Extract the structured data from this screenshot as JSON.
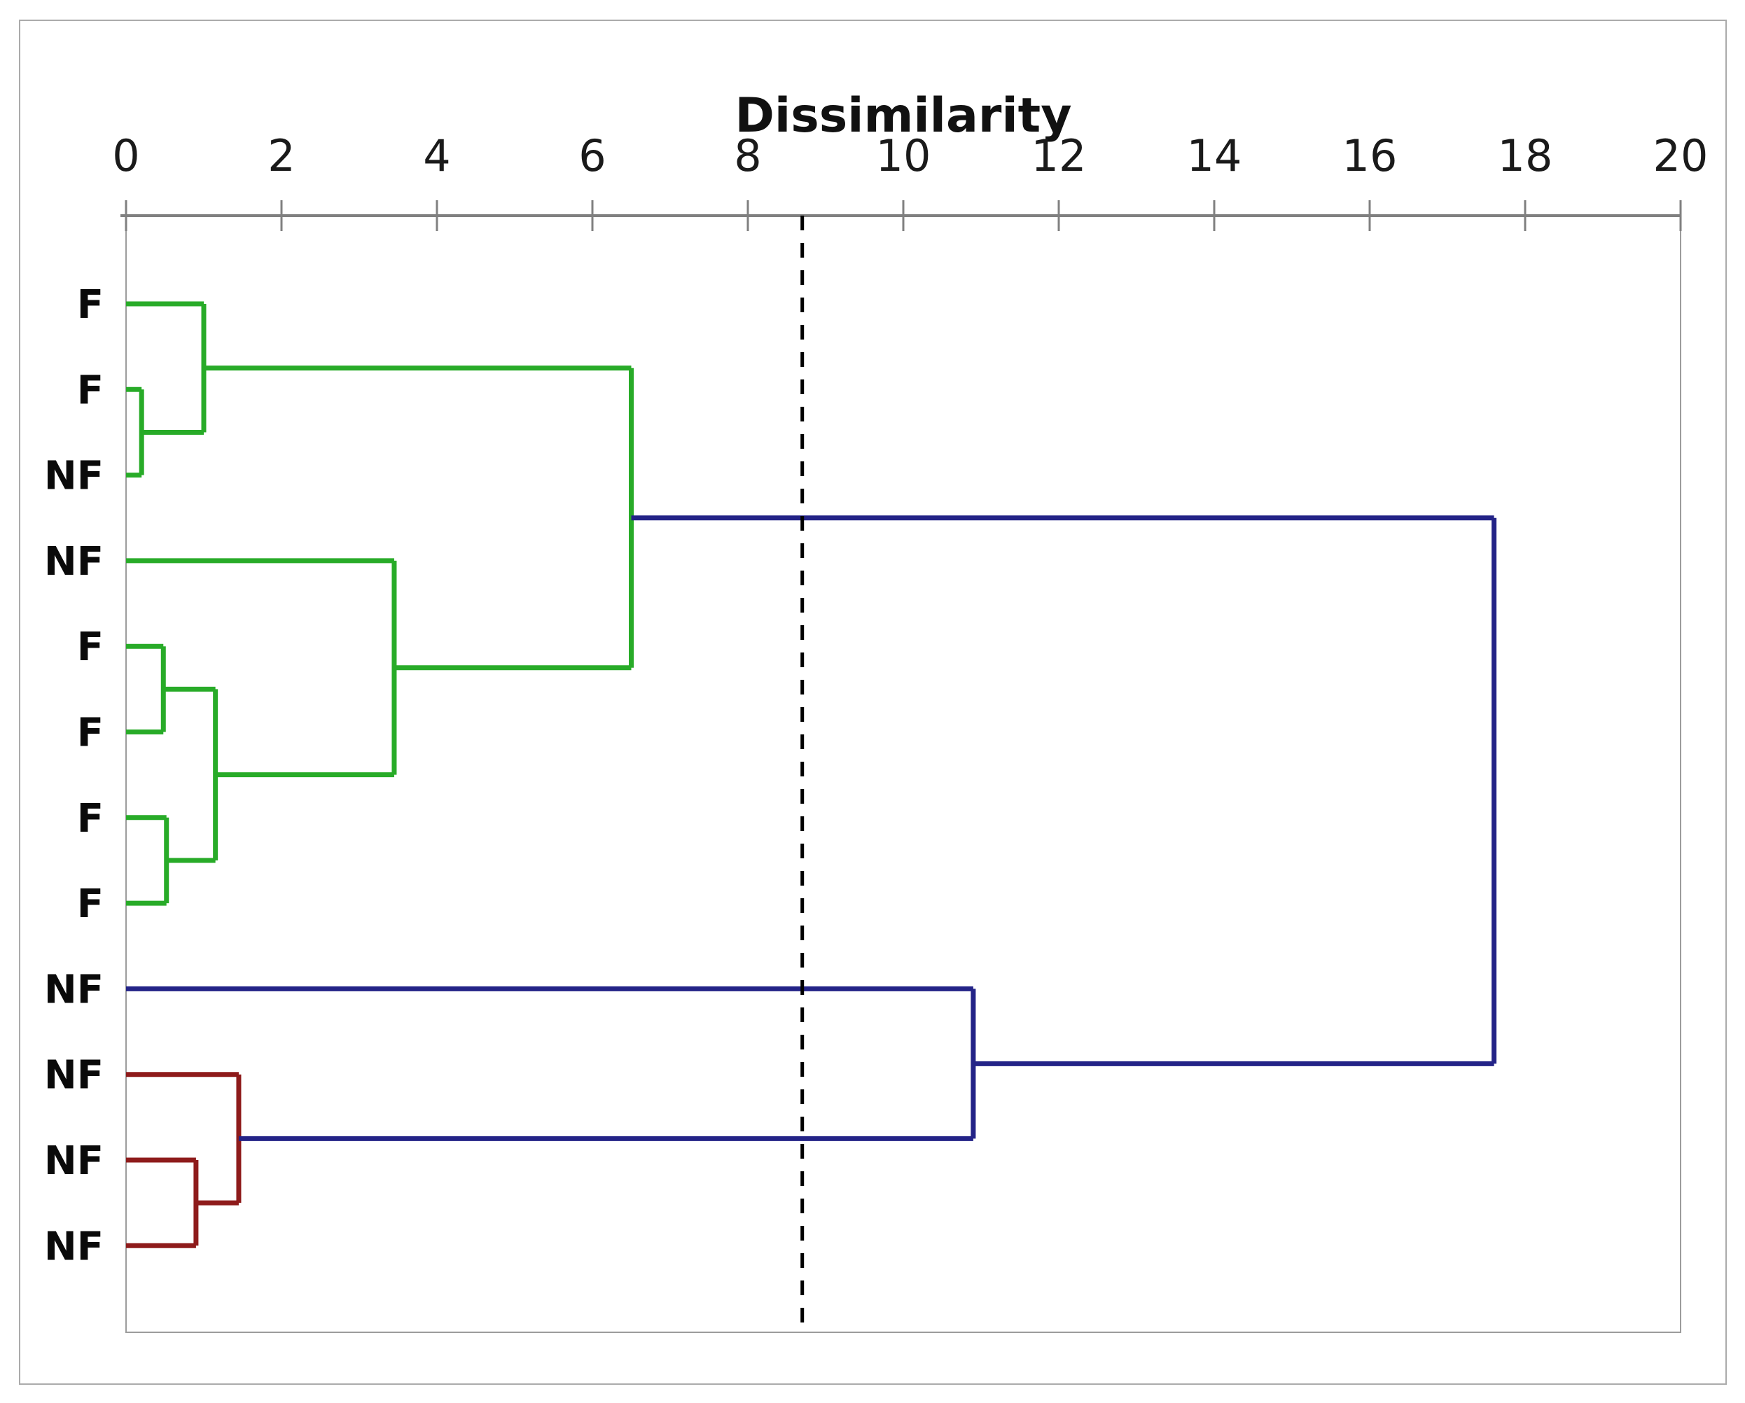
{
  "chart_data": {
    "type": "dendrogram",
    "orientation": "horizontal",
    "title": "Dissimilarity",
    "axis": {
      "label": "Dissimilarity",
      "min": 0,
      "max": 20,
      "tick_interval": 2,
      "ticks": [
        0,
        2,
        4,
        6,
        8,
        10,
        12,
        14,
        16,
        18,
        20
      ],
      "position": "top",
      "grid": false
    },
    "cutoff_line": {
      "value": 8.7,
      "style": "dashed",
      "color": "#000000"
    },
    "leaves": [
      "F",
      "F",
      "NF",
      "NF",
      "F",
      "F",
      "F",
      "F",
      "NF",
      "NF",
      "NF",
      "NF"
    ],
    "merges": [
      {
        "id": "M0",
        "children": [
          "L1",
          "L2"
        ],
        "distance": 0.2,
        "color_key": "cluster1"
      },
      {
        "id": "M1",
        "children": [
          "L0",
          "M0"
        ],
        "distance": 1.0,
        "color_key": "cluster1"
      },
      {
        "id": "M2",
        "children": [
          "L4",
          "L5"
        ],
        "distance": 0.48,
        "color_key": "cluster1"
      },
      {
        "id": "M3",
        "children": [
          "L6",
          "L7"
        ],
        "distance": 0.52,
        "color_key": "cluster1"
      },
      {
        "id": "M4",
        "children": [
          "M2",
          "M3"
        ],
        "distance": 1.15,
        "color_key": "cluster1"
      },
      {
        "id": "M5",
        "children": [
          "L3",
          "M4"
        ],
        "distance": 3.45,
        "color_key": "cluster1"
      },
      {
        "id": "M6",
        "children": [
          "M1",
          "M5"
        ],
        "distance": 6.5,
        "color_key": "cluster1"
      },
      {
        "id": "M7",
        "children": [
          "L10",
          "L11"
        ],
        "distance": 0.9,
        "color_key": "cluster2"
      },
      {
        "id": "M8",
        "children": [
          "L9",
          "M7"
        ],
        "distance": 1.45,
        "color_key": "cluster2"
      },
      {
        "id": "M9",
        "children": [
          "L8",
          "M8"
        ],
        "distance": 10.9,
        "color_key": "trunk"
      },
      {
        "id": "M10",
        "children": [
          "M6",
          "M9"
        ],
        "distance": 17.6,
        "color_key": "trunk"
      }
    ],
    "colors": {
      "cluster1": "#28AB28",
      "cluster2": "#8E1B1B",
      "trunk": "#232387",
      "axis": "#808080",
      "plot_border": "#9c9c9c",
      "figure_border": "#ababab",
      "cutoff": "#000000"
    },
    "legend_position": "none"
  }
}
